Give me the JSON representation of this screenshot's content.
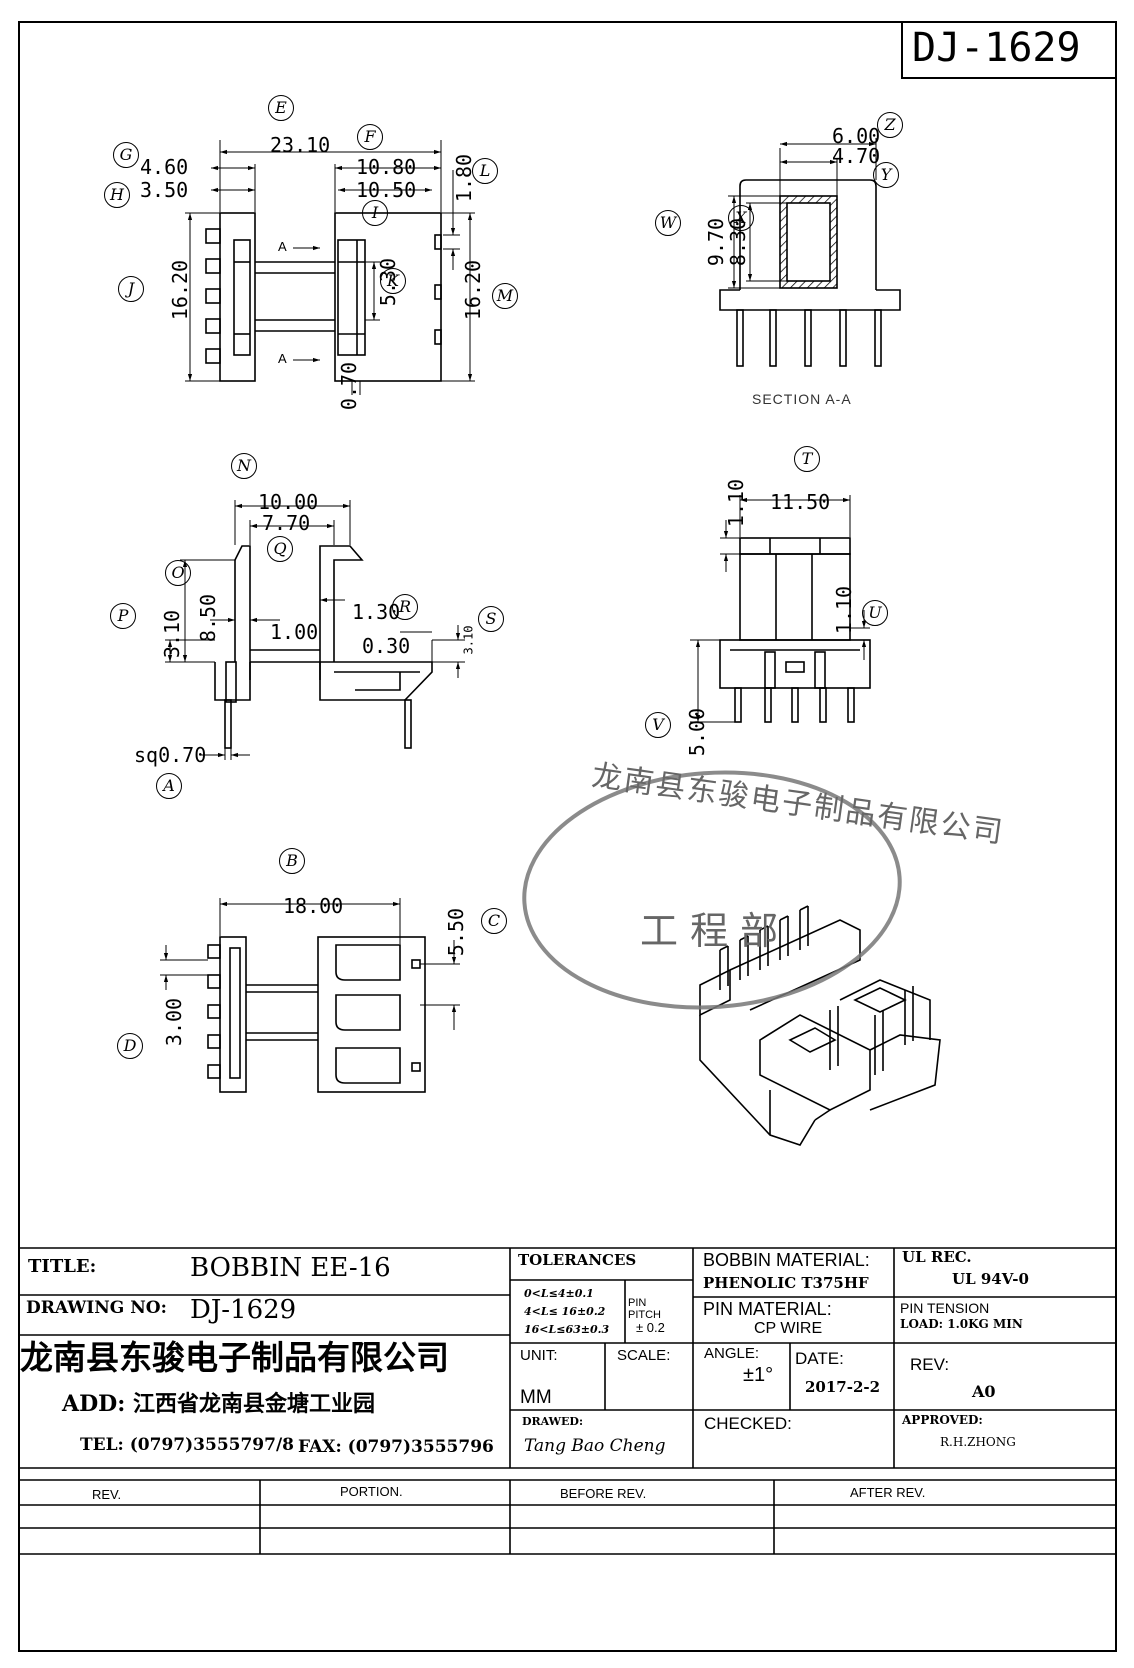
{
  "drawing_id": "DJ-1629",
  "views": {
    "top": {
      "dims": {
        "d_23_10": "23.10",
        "d_4_60": "4.60",
        "d_3_50": "3.50",
        "d_10_80": "10.80",
        "d_10_50": "10.50",
        "d_1_80": "1.80",
        "d_16_20_l": "16.20",
        "d_16_20_r": "16.20",
        "d_5_30": "5.30",
        "d_0_70": "0.70"
      },
      "section_marks": [
        "A",
        "A"
      ]
    },
    "section": {
      "dims": {
        "d_6_00": "6.00",
        "d_4_70": "4.70",
        "d_9_70": "9.70",
        "d_8_30": "8.30"
      },
      "caption": "SECTION A-A"
    },
    "front": {
      "dims": {
        "d_10_00": "10.00",
        "d_7_70": "7.70",
        "d_8_50": "8.50",
        "d_3_10_l": "3.10",
        "d_1_00": "1.00",
        "d_1_30": "1.30",
        "d_0_30": "0.30",
        "d_3_10_r": "3.10",
        "d_sq": "sq0.70"
      }
    },
    "side": {
      "dims": {
        "d_1_10_t": "1.10",
        "d_11_50": "11.50",
        "d_1_10_r": "1.10",
        "d_5_00": "5.00"
      }
    },
    "bottom": {
      "dims": {
        "d_18_00": "18.00",
        "d_5_50": "5.50",
        "d_3_00": "3.00"
      }
    }
  },
  "balloons": [
    "A",
    "B",
    "C",
    "D",
    "E",
    "F",
    "G",
    "H",
    "I",
    "J",
    "K",
    "L",
    "M",
    "N",
    "O",
    "P",
    "Q",
    "R",
    "S",
    "T",
    "U",
    "V",
    "W",
    "X",
    "Y",
    "Z"
  ],
  "stamp": {
    "company": "龙南县东骏电子制品有限公司",
    "dept": "工 程 部"
  },
  "title_block": {
    "title_label": "TITLE:",
    "title_value": "BOBBIN EE-16",
    "drawing_no_label": "DRAWING NO:",
    "drawing_no_value": "DJ-1629",
    "company": "龙南县东骏电子制品有限公司",
    "address": "ADD: 江西省龙南县金塘工业园",
    "tel": "TEL: (0797)3555797/8",
    "fax": "FAX: (0797)3555796",
    "tolerances_label": "TOLERANCES",
    "tol_1": "0<L≤4±0.1",
    "tol_2": "4<L≤ 16±0.2",
    "tol_3": "16<L≤63±0.3",
    "pin_pitch_label_1": "PIN",
    "pin_pitch_label_2": "PITCH",
    "pin_pitch_value": "± 0.2",
    "unit_label": "UNIT:",
    "unit_value": "MM",
    "scale_label": "SCALE:",
    "drawn_label": "DRAWED:",
    "drawn_value": "Tang Bao Cheng",
    "bobbin_material_label": "BOBBIN MATERIAL:",
    "bobbin_material_value": "PHENOLIC    T375HF",
    "pin_material_label": "PIN MATERIAL:",
    "pin_material_value": "CP WIRE",
    "angle_label": "ANGLE:",
    "angle_value": "±1°",
    "date_label": "DATE:",
    "date_value": "2017-2-2",
    "checked_label": "CHECKED:",
    "ul_rec_label": "UL REC.",
    "ul_rec_value": "UL  94V-0",
    "pin_tension_label": "PIN TENSION",
    "pin_tension_value": "LOAD:  1.0KG MIN",
    "rev_label": "REV:",
    "rev_value": "A0",
    "approved_label": "APPROVED:",
    "approved_value": "R.H.ZHONG"
  },
  "revision_table": {
    "headers": [
      "REV.",
      "PORTION.",
      "BEFORE REV.",
      "AFTER REV."
    ]
  }
}
